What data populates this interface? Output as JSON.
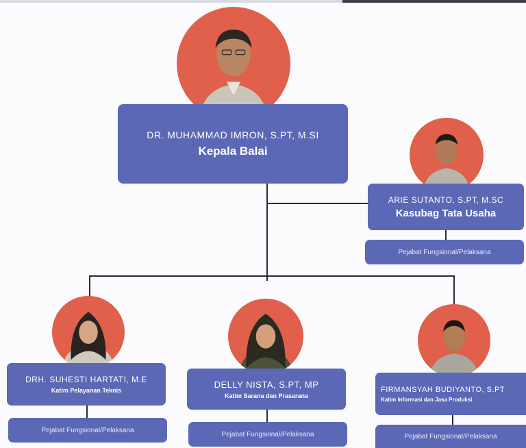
{
  "colors": {
    "card": "#5b68b6",
    "photo_bg": "#e0604b",
    "connector": "#2a2c33"
  },
  "head": {
    "name": "DR. MUHAMMAD IMRON, S.PT, M.SI",
    "role": "Kepala Balai"
  },
  "admin": {
    "name": "ARIE SUTANTO, S.PT, M.SC",
    "role": "Kasubag Tata Usaha",
    "sub": "Pejabat Fungsional/Pelaksana"
  },
  "team": [
    {
      "name": "DRH. SUHESTI HARTATI, M.E",
      "role": "Katim Pelayanan Teknis",
      "sub": "Pejabat Fungsional/Pelaksana"
    },
    {
      "name": "DELLY NISTA, S.PT, MP",
      "role": "Katim Sarana dan Prasarana",
      "sub": "Pejabat Fungsional/Pelaksana"
    },
    {
      "name": "FIRMANSYAH BUDIYANTO, S.PT",
      "role": "Katim Informasi dan Jasa Produksi",
      "sub": "Pejabat Fungsional/Pelaksana"
    }
  ]
}
